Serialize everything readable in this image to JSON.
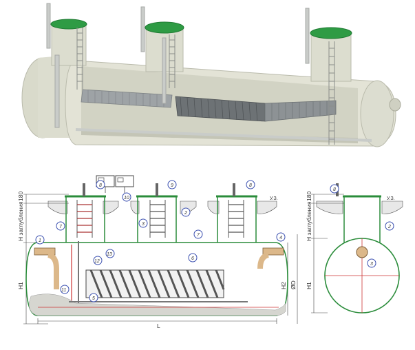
{
  "colors": {
    "tank_body": "#e3e3d6",
    "tank_shadow": "#b9baab",
    "tank_interior": "#d2d3c4",
    "lid_green": "#2e9b44",
    "pipe": "#c9ccc9",
    "grate": "#9ea3a6",
    "outline_green": "#2a8c3a",
    "callout_blue": "#3a4fb0",
    "red_line": "#cc3333",
    "dim_line": "#444444"
  },
  "dimensions": {
    "top_left": "180",
    "h_left": "H заглубления",
    "h1_left": "H1",
    "h2": "H2",
    "d": "ØD",
    "length": "L",
    "top_right": "180",
    "h_right": "H заглубления",
    "h1_right": "H1",
    "ground_mark_1": "У.З.",
    "ground_mark_2": "У.З."
  },
  "callouts": {
    "c1": "1",
    "c2": "2",
    "c3": "3",
    "c4": "4",
    "c5": "5",
    "c6": "6",
    "c7": "7",
    "c8": "8",
    "c9": "9",
    "c10": "10",
    "c11": "11",
    "c12": "12",
    "c13": "13"
  },
  "icons": [
    "control-box-icon",
    "ground-hatch-icon"
  ]
}
